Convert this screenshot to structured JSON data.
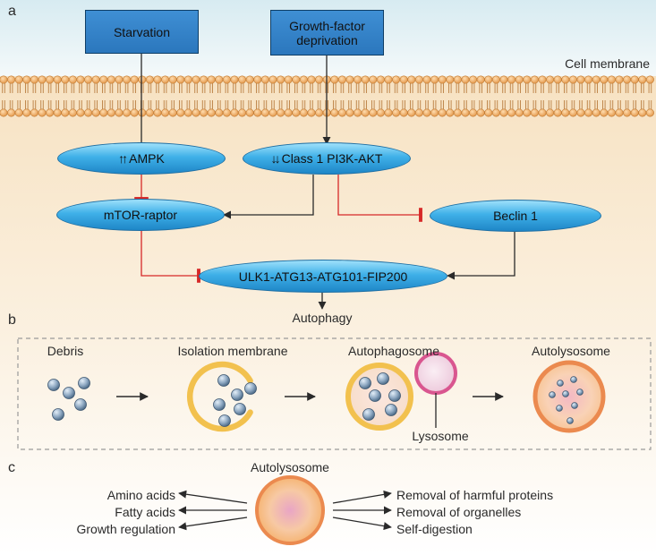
{
  "panels": {
    "a": "a",
    "b": "b",
    "c": "c"
  },
  "inputs": {
    "starvation": "Starvation",
    "growth_factor_line1": "Growth-factor",
    "growth_factor_line2": "deprivation"
  },
  "membrane_label": "Cell membrane",
  "nodes": {
    "ampk": "AMPK",
    "ampk_arrows": "↑↑",
    "pi3k": "Class 1 PI3K-AKT",
    "pi3k_arrows": "↓↓",
    "mtor": "mTOR-raptor",
    "beclin": "Beclin 1",
    "ulk": "ULK1-ATG13-ATG101-FIP200"
  },
  "autophagy_label": "Autophagy",
  "stages": {
    "debris": "Debris",
    "isolation": "Isolation membrane",
    "autophagosome": "Autophagosome",
    "autolysosome": "Autolysosome",
    "lysosome": "Lysosome"
  },
  "outcomes": {
    "title": "Autolysosome",
    "left": [
      "Amino acids",
      "Fatty acids",
      "Growth regulation"
    ],
    "right": [
      "Removal of harmful proteins",
      "Removal of organelles",
      "Self-digestion"
    ]
  },
  "colors": {
    "activation_arrow": "#2a2a2a",
    "inhibition": "#d62828",
    "input_box": "#2b7cc4",
    "oval": "#2e9ad6",
    "membrane": "#e8a55a",
    "vesicle_ring": "#f2c14e",
    "lysosome_ring": "#d9568f",
    "autolysosome_ring": "#eb8a4f"
  }
}
